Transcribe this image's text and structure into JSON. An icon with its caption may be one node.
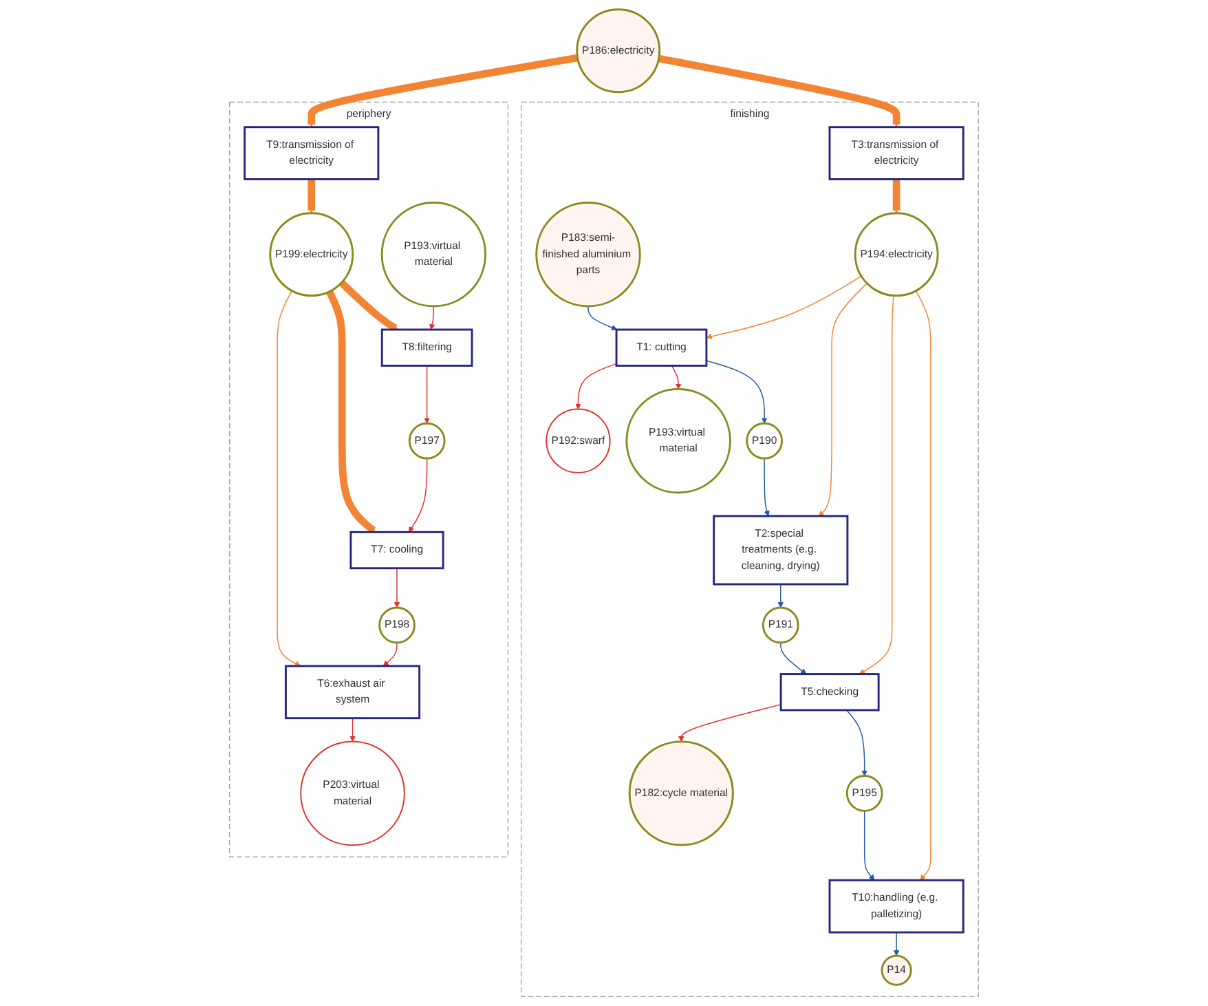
{
  "diagram": {
    "nodes": [
      {
        "text": [
          "finishing"
        ]
      },
      {
        "text": [
          "P183:semi-finished aluminium parts"
        ],
        "in": 0
      },
      {
        "text": [
          "T1: cutting"
        ],
        "in": 0
      },
      {
        "text": [
          "P192:swarf"
        ],
        "in": 0
      },
      {
        "text": [
          "P193:virtual material"
        ],
        "in": 0
      },
      {
        "text": [
          "P190"
        ],
        "in": 0
      },
      {
        "text": [
          "T2:special treatments (e.g. cleaning, drying)"
        ],
        "in": 0
      },
      {
        "text": [
          "P194:electricity"
        ],
        "in": 0
      },
      {
        "text": [
          "T3:transmission of electricity"
        ],
        "in": 0
      },
      {
        "text": [
          "P191"
        ],
        "in": 0
      },
      {
        "text": [
          "P182:cycle material"
        ],
        "in": 0
      },
      {
        "text": [
          "T5:checking"
        ],
        "in": 0
      },
      {
        "text": [
          "P195"
        ],
        "in": 0
      },
      {
        "text": [
          "T10:handling (e.g. palletizing)"
        ],
        "in": 0
      },
      {
        "text": [
          "P14"
        ],
        "in": 0
      },
      {
        "text": [
          "P186:electricity"
        ]
      },
      {
        "text": [
          "periphery"
        ]
      },
      {
        "text": [
          "P193:virtual material"
        ],
        "in": 16
      },
      {
        "text": [
          "T8:filtering"
        ],
        "in": 16
      },
      {
        "text": [
          "P197"
        ],
        "in": 16
      },
      {
        "text": [
          "T7: cooling"
        ],
        "in": 16
      },
      {
        "text": [
          "P198"
        ],
        "in": 16
      },
      {
        "text": [
          "T6:exhaust air system"
        ],
        "in": 16
      },
      {
        "text": [
          "P203:virtual material"
        ],
        "in": 16
      },
      {
        "text": [
          "T9:transmission of electricity"
        ],
        "in": 16
      },
      {
        "text": [
          "P199:electricity"
        ],
        "in": 16
      }
    ],
    "edges": [
      {
        "from": 1,
        "to": 2,
        "arrow": "to",
        "color": "#2358a6"
      },
      {
        "from": 2,
        "to": 3,
        "arrow": "to"
      },
      {
        "from": 2,
        "to": 4,
        "arrow": "to"
      },
      {
        "from": 2,
        "to": 5,
        "arrow": "to",
        "color": "#2358a6"
      },
      {
        "from": 5,
        "to": 6,
        "arrow": "to",
        "color": "#2358a6"
      },
      {
        "from": 6,
        "to": 9,
        "arrow": "to",
        "color": "#2358a6"
      },
      {
        "from": 9,
        "to": 11,
        "arrow": "to",
        "color": "#2358a6"
      },
      {
        "from": 11,
        "to": 10,
        "arrow": "to"
      },
      {
        "from": 11,
        "to": 12,
        "arrow": "to",
        "color": "#2358a6"
      },
      {
        "from": 12,
        "to": 13,
        "arrow": "to",
        "color": "#2358a6"
      },
      {
        "from": 13,
        "to": 14,
        "arrow": "to",
        "color": "#2358a6"
      },
      {
        "from": 7,
        "to": 2,
        "arrow": "to",
        "color": "#f28433"
      },
      {
        "from": 7,
        "to": 6,
        "arrow": "to",
        "color": "#f28433"
      },
      {
        "from": 7,
        "to": 11,
        "arrow": "to",
        "color": "#f28433"
      },
      {
        "from": 7,
        "to": 13,
        "arrow": "to",
        "color": "#f28433"
      },
      {
        "from": 8,
        "to": 7,
        "arrow": "to",
        "style": "thick",
        "color": "#f28433"
      },
      {
        "from": 15,
        "to": 8,
        "arrow": "to",
        "style": "thick",
        "color": "#f28433"
      },
      {
        "from": 15,
        "to": 24,
        "arrow": "to",
        "style": "thick",
        "color": "#f28433"
      },
      {
        "from": 24,
        "to": 25,
        "arrow": "to",
        "style": "thick",
        "color": "#f28433"
      },
      {
        "from": 25,
        "to": 18,
        "arrow": "to",
        "style": "thick",
        "color": "#f28433"
      },
      {
        "from": 25,
        "to": 20,
        "arrow": "to",
        "style": "thick",
        "color": "#f28433"
      },
      {
        "from": 25,
        "to": 22,
        "arrow": "to",
        "color": "#f28433"
      },
      {
        "from": 17,
        "to": 18,
        "arrow": "to"
      },
      {
        "from": 18,
        "to": 19,
        "arrow": "to"
      },
      {
        "from": 19,
        "to": 20,
        "arrow": "to"
      },
      {
        "from": 20,
        "to": 21,
        "arrow": "to"
      },
      {
        "from": 21,
        "to": 22,
        "arrow": "to"
      },
      {
        "from": 22,
        "to": 23,
        "arrow": "to"
      }
    ]
  }
}
